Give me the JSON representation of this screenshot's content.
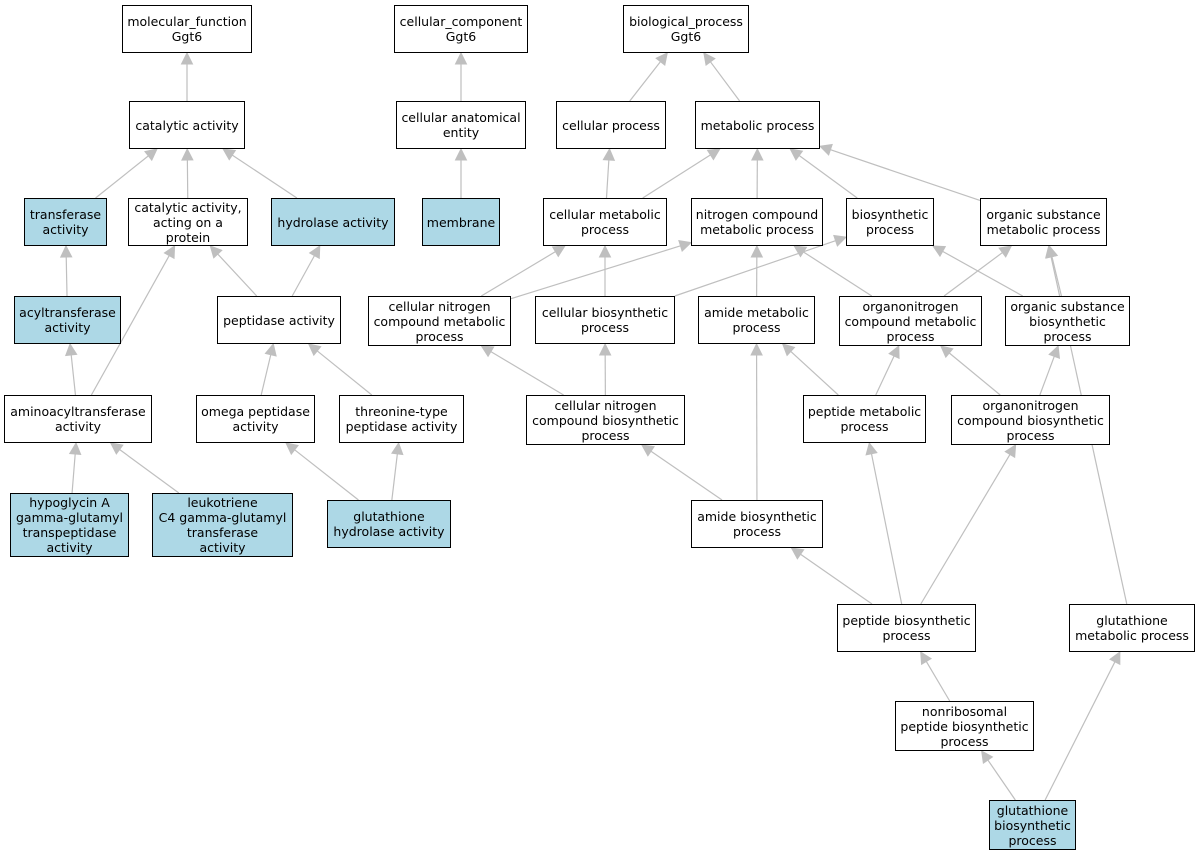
{
  "colors": {
    "annotated_fill": "#add8e6",
    "default_fill": "#ffffff",
    "border": "#000000",
    "edge": "#bfbfbf"
  },
  "nodes": [
    {
      "id": "mf",
      "label": "molecular_function\nGgt6",
      "annotated": false
    },
    {
      "id": "cc",
      "label": "cellular_component\nGgt6",
      "annotated": false
    },
    {
      "id": "bp",
      "label": "biological_process\nGgt6",
      "annotated": false
    },
    {
      "id": "cat",
      "label": "catalytic activity",
      "annotated": false
    },
    {
      "id": "cae",
      "label": "cellular anatomical\nentity",
      "annotated": false
    },
    {
      "id": "cp",
      "label": "cellular process",
      "annotated": false
    },
    {
      "id": "mp",
      "label": "metabolic process",
      "annotated": false
    },
    {
      "id": "tra",
      "label": "transferase\nactivity",
      "annotated": true
    },
    {
      "id": "catp",
      "label": "catalytic activity,\nacting on a\nprotein",
      "annotated": false
    },
    {
      "id": "hyd",
      "label": "hydrolase activity",
      "annotated": true
    },
    {
      "id": "mem",
      "label": "membrane",
      "annotated": true
    },
    {
      "id": "cmp",
      "label": "cellular metabolic\nprocess",
      "annotated": false
    },
    {
      "id": "ncmp",
      "label": "nitrogen compound\nmetabolic process",
      "annotated": false
    },
    {
      "id": "bio",
      "label": "biosynthetic\nprocess",
      "annotated": false
    },
    {
      "id": "osmp",
      "label": "organic substance\nmetabolic process",
      "annotated": false
    },
    {
      "id": "acyl",
      "label": "acyltransferase\nactivity",
      "annotated": true
    },
    {
      "id": "pep",
      "label": "peptidase activity",
      "annotated": false
    },
    {
      "id": "cncmp",
      "label": "cellular nitrogen\ncompound metabolic\nprocess",
      "annotated": false
    },
    {
      "id": "cbp",
      "label": "cellular biosynthetic\nprocess",
      "annotated": false
    },
    {
      "id": "amp",
      "label": "amide metabolic\nprocess",
      "annotated": false
    },
    {
      "id": "oncmp",
      "label": "organonitrogen\ncompound metabolic\nprocess",
      "annotated": false
    },
    {
      "id": "osbp",
      "label": "organic substance\nbiosynthetic\nprocess",
      "annotated": false
    },
    {
      "id": "aat",
      "label": "aminoacyltransferase\nactivity",
      "annotated": false
    },
    {
      "id": "omega",
      "label": "omega peptidase\nactivity",
      "annotated": false
    },
    {
      "id": "thr",
      "label": "threonine-type\npeptidase activity",
      "annotated": false
    },
    {
      "id": "cncbp",
      "label": "cellular nitrogen\ncompound biosynthetic\nprocess",
      "annotated": false
    },
    {
      "id": "pmp",
      "label": "peptide metabolic\nprocess",
      "annotated": false
    },
    {
      "id": "oncbp",
      "label": "organonitrogen\ncompound biosynthetic\nprocess",
      "annotated": false
    },
    {
      "id": "hypo",
      "label": "hypoglycin A\ngamma-glutamyl\ntranspeptidase\nactivity",
      "annotated": true
    },
    {
      "id": "leuko",
      "label": "leukotriene\nC4 gamma-glutamyl\ntransferase\nactivity",
      "annotated": true
    },
    {
      "id": "gha",
      "label": "glutathione\nhydrolase activity",
      "annotated": true
    },
    {
      "id": "abp",
      "label": "amide biosynthetic\nprocess",
      "annotated": false
    },
    {
      "id": "pbp",
      "label": "peptide biosynthetic\nprocess",
      "annotated": false
    },
    {
      "id": "gmp",
      "label": "glutathione\nmetabolic process",
      "annotated": false
    },
    {
      "id": "nrp",
      "label": "nonribosomal\npeptide biosynthetic\nprocess",
      "annotated": false
    },
    {
      "id": "gbp",
      "label": "glutathione\nbiosynthetic\nprocess",
      "annotated": true
    }
  ],
  "edges": [
    {
      "from": "cat",
      "to": "mf"
    },
    {
      "from": "tra",
      "to": "cat"
    },
    {
      "from": "catp",
      "to": "cat"
    },
    {
      "from": "hyd",
      "to": "cat"
    },
    {
      "from": "acyl",
      "to": "tra"
    },
    {
      "from": "aat",
      "to": "acyl"
    },
    {
      "from": "aat",
      "to": "catp"
    },
    {
      "from": "pep",
      "to": "catp"
    },
    {
      "from": "pep",
      "to": "hyd"
    },
    {
      "from": "omega",
      "to": "pep"
    },
    {
      "from": "thr",
      "to": "pep"
    },
    {
      "from": "hypo",
      "to": "aat"
    },
    {
      "from": "leuko",
      "to": "aat"
    },
    {
      "from": "gha",
      "to": "omega"
    },
    {
      "from": "gha",
      "to": "thr"
    },
    {
      "from": "cae",
      "to": "cc"
    },
    {
      "from": "mem",
      "to": "cae"
    },
    {
      "from": "cp",
      "to": "bp"
    },
    {
      "from": "mp",
      "to": "bp"
    },
    {
      "from": "cmp",
      "to": "cp"
    },
    {
      "from": "cmp",
      "to": "mp"
    },
    {
      "from": "ncmp",
      "to": "mp"
    },
    {
      "from": "bio",
      "to": "mp"
    },
    {
      "from": "osmp",
      "to": "mp"
    },
    {
      "from": "cncmp",
      "to": "cmp"
    },
    {
      "from": "cncmp",
      "to": "ncmp"
    },
    {
      "from": "cbp",
      "to": "cmp"
    },
    {
      "from": "cbp",
      "to": "bio"
    },
    {
      "from": "amp",
      "to": "ncmp"
    },
    {
      "from": "oncmp",
      "to": "ncmp"
    },
    {
      "from": "oncmp",
      "to": "osmp"
    },
    {
      "from": "osbp",
      "to": "bio"
    },
    {
      "from": "osbp",
      "to": "osmp"
    },
    {
      "from": "cncbp",
      "to": "cncmp"
    },
    {
      "from": "cncbp",
      "to": "cbp"
    },
    {
      "from": "pmp",
      "to": "amp"
    },
    {
      "from": "pmp",
      "to": "oncmp"
    },
    {
      "from": "oncbp",
      "to": "oncmp"
    },
    {
      "from": "oncbp",
      "to": "osbp"
    },
    {
      "from": "abp",
      "to": "cncbp"
    },
    {
      "from": "abp",
      "to": "amp"
    },
    {
      "from": "pbp",
      "to": "abp"
    },
    {
      "from": "pbp",
      "to": "pmp"
    },
    {
      "from": "pbp",
      "to": "oncbp"
    },
    {
      "from": "gmp",
      "to": "osmp"
    },
    {
      "from": "nrp",
      "to": "pbp"
    },
    {
      "from": "gbp",
      "to": "nrp"
    },
    {
      "from": "gbp",
      "to": "gmp"
    }
  ]
}
